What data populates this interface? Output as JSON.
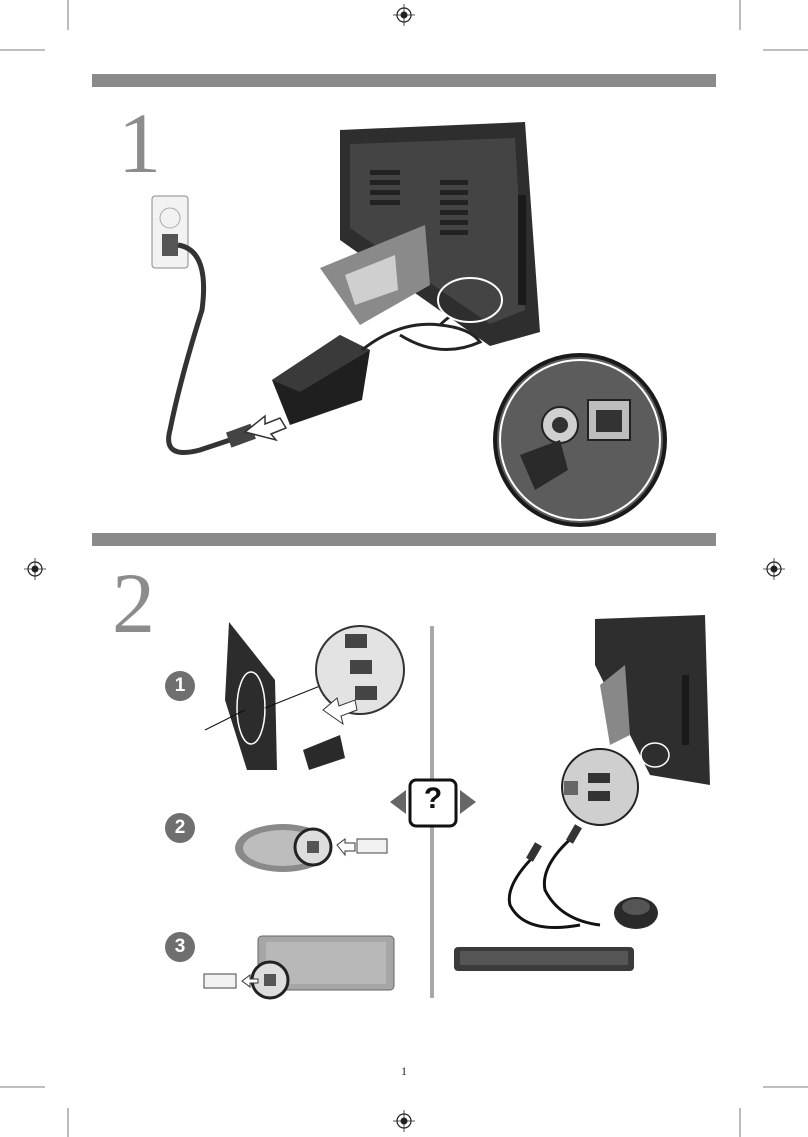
{
  "steps": {
    "step1": "1",
    "step2": "2"
  },
  "substeps": [
    "1",
    "2",
    "3"
  ],
  "center_icon": "?",
  "page_number": "1",
  "icons": {
    "registration": "registration-mark-icon",
    "question": "question-mark-icon",
    "arrow": "insert-arrow-icon"
  },
  "colors": {
    "section_bar": "#8a8a8a",
    "step_number": "#8c8c8c",
    "badge": "#6f6f6f",
    "divider": "#a9a9a9"
  }
}
